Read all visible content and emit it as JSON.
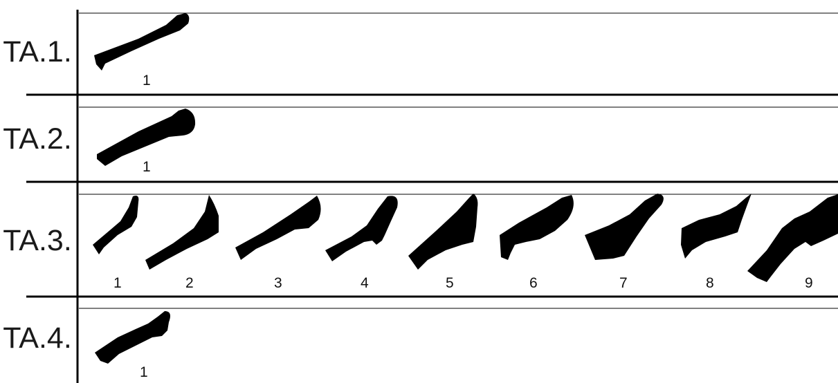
{
  "colors": {
    "ink": "#000000",
    "text": "#111111",
    "background": "#ffffff"
  },
  "rows": [
    {
      "label": "TA.1.",
      "profiles": [
        {
          "number": "1"
        }
      ]
    },
    {
      "label": "TA.2.",
      "profiles": [
        {
          "number": "1"
        }
      ]
    },
    {
      "label": "TA.3.",
      "profiles": [
        {
          "number": "1"
        },
        {
          "number": "2"
        },
        {
          "number": "3"
        },
        {
          "number": "4"
        },
        {
          "number": "5"
        },
        {
          "number": "6"
        },
        {
          "number": "7"
        },
        {
          "number": "8"
        },
        {
          "number": "9"
        }
      ]
    },
    {
      "label": "TA.4.",
      "profiles": [
        {
          "number": "1"
        }
      ]
    }
  ]
}
